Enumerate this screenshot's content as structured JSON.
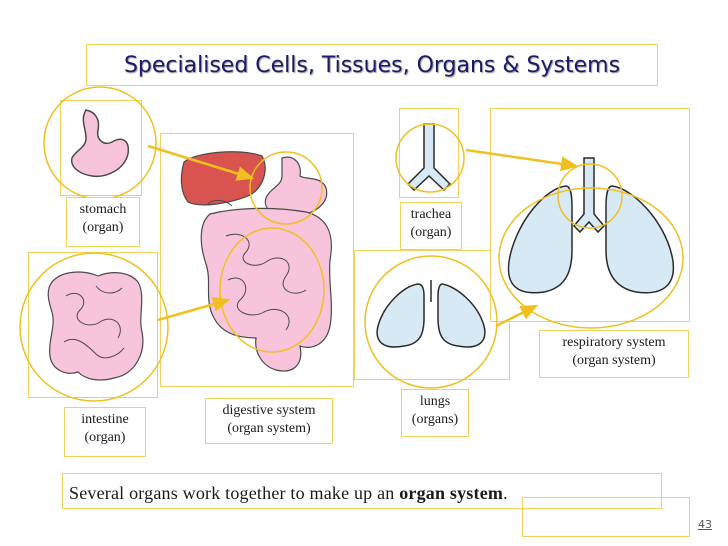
{
  "title": "Specialised Cells, Tissues, Organs & Systems",
  "labels": {
    "stomach": [
      "stomach",
      "(organ)"
    ],
    "intestine": [
      "intestine",
      "(organ)"
    ],
    "digestive": [
      "digestive system",
      "(organ system)"
    ],
    "trachea": [
      "trachea",
      "(organ)"
    ],
    "lungs": [
      "lungs",
      "(organs)"
    ],
    "respiratory": [
      "respiratory system",
      "(organ system)"
    ]
  },
  "caption": {
    "prefix": "Several organs work together to make up an ",
    "emphasis": "organ system",
    "suffix": "."
  },
  "page_number": "43",
  "colors": {
    "stomach_pink": "#f7c4dc",
    "liver_red": "#d9534f",
    "lung_blue": "#d6e9f5",
    "highlight_circle": "#f0c020",
    "arrow": "#f0c020",
    "title_navy": "#1a1a6e"
  }
}
